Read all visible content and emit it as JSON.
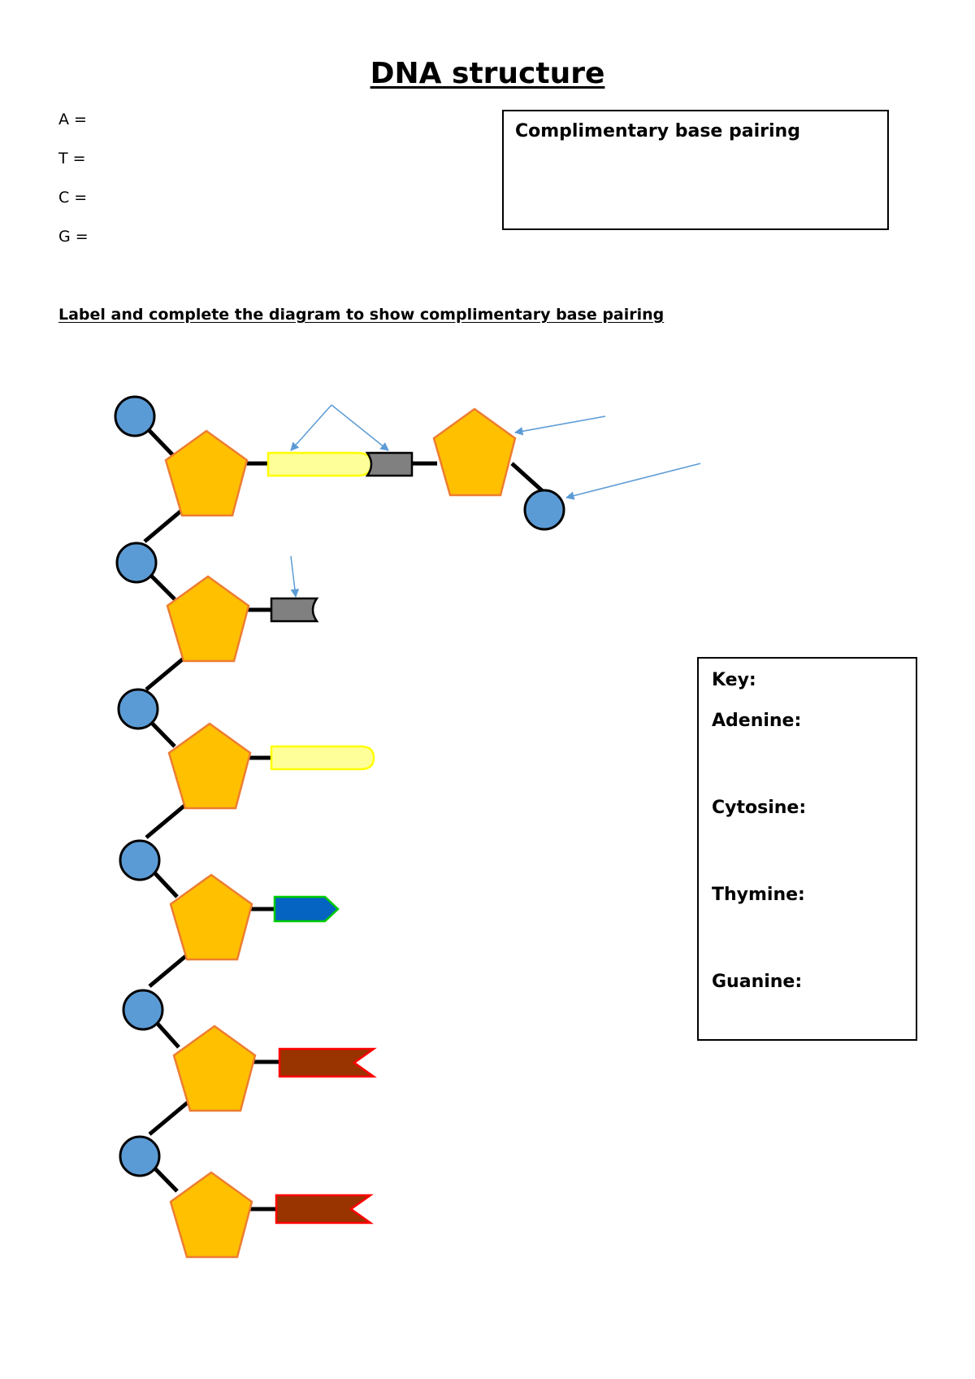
{
  "title": "DNA structure",
  "letters": [
    "A =",
    "T =",
    "C =",
    "G ="
  ],
  "pairing_box": {
    "label": "Complimentary base pairing"
  },
  "instruction": "Label and complete the diagram to show complimentary base pairing",
  "key": {
    "title": "Key:",
    "items": [
      "Adenine:",
      "Cytosine:",
      "Thymine:",
      "Guanine:"
    ]
  },
  "colors": {
    "phosphate": "#5b9bd5",
    "sugar": "#ffc000",
    "sugar_outline": "#ed7d31",
    "adenine_fill": "#ffff99",
    "adenine_outline": "#ffff00",
    "thymine_fill": "#808080",
    "cytosine_fill": "#0563c1",
    "cytosine_outline": "#00cc00",
    "guanine_fill": "#993300",
    "guanine_outline": "#ff0000",
    "arrow": "#5b9bd5"
  }
}
